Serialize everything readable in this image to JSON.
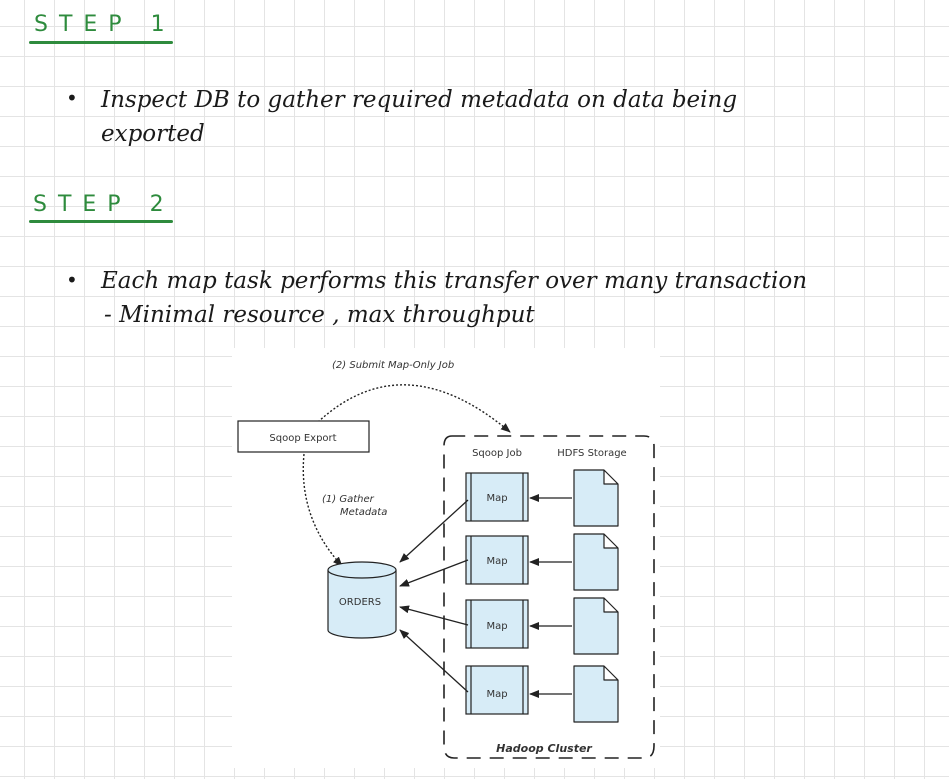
{
  "steps": [
    {
      "heading": "STEP 1",
      "bullets": [
        {
          "lines": [
            "Inspect DB to gather required metadata on data being",
            "exported"
          ]
        }
      ]
    },
    {
      "heading": "STEP 2",
      "bullets": [
        {
          "lines": [
            "Each map task performs this transfer over many transaction",
            "- Minimal resource , max throughput"
          ]
        }
      ]
    }
  ],
  "diagram": {
    "submit_label": "(2) Submit Map-Only Job",
    "sqoop_export_label": "Sqoop Export",
    "gather_label_line1": "(1) Gather",
    "gather_label_line2": "Metadata",
    "orders_label": "ORDERS",
    "sqoop_job_label": "Sqoop Job",
    "hdfs_storage_label": "HDFS Storage",
    "cluster_label": "Hadoop Cluster",
    "map_tasks": [
      "Map",
      "Map",
      "Map",
      "Map"
    ],
    "colors": {
      "box_fill": "#d7ecf7",
      "stroke": "#222222",
      "heading_green": "#2e8b3d"
    }
  }
}
